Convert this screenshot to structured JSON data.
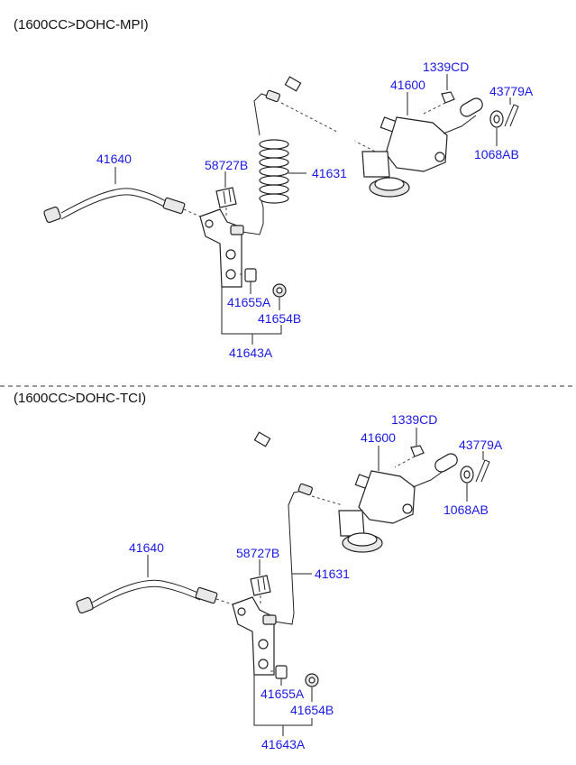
{
  "sections": [
    {
      "title": "(1600CC>DOHC-MPI)",
      "labels": {
        "p41640": "41640",
        "p58727B": "58727B",
        "p41631": "41631",
        "p41600": "41600",
        "p1339CD": "1339CD",
        "p43779A": "43779A",
        "p1068AB": "1068AB",
        "p41655A": "41655A",
        "p41654B": "41654B",
        "p41643A": "41643A"
      }
    },
    {
      "title": "(1600CC>DOHC-TCI)",
      "labels": {
        "p41640": "41640",
        "p58727B": "58727B",
        "p41631": "41631",
        "p41600": "41600",
        "p1339CD": "1339CD",
        "p43779A": "43779A",
        "p1068AB": "1068AB",
        "p41655A": "41655A",
        "p41654B": "41654B",
        "p41643A": "41643A"
      }
    }
  ],
  "colors": {
    "label": "#1a1ae6",
    "line": "#222222"
  }
}
